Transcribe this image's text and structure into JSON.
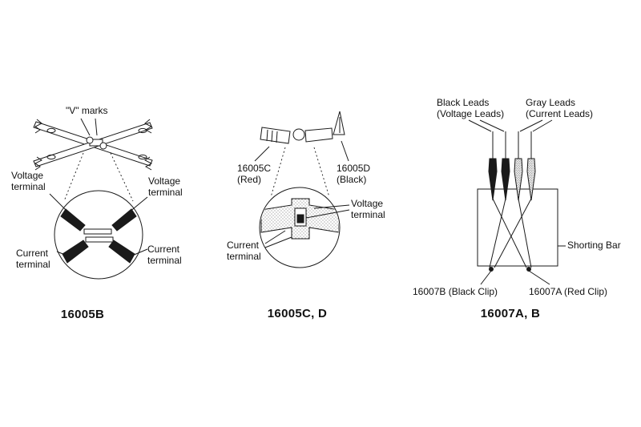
{
  "left": {
    "caption": "16005B",
    "v_marks": "\"V\" marks",
    "voltage_terminal": "Voltage\nterminal",
    "current_terminal": "Current\nterminal"
  },
  "middle": {
    "caption": "16005C, D",
    "model_red": "16005C\n(Red)",
    "model_black": "16005D\n(Black)",
    "voltage_terminal": "Voltage\nterminal",
    "current_terminal": "Current\nterminal"
  },
  "right": {
    "caption": "16007A, B",
    "black_leads": "Black Leads\n(Voltage Leads)",
    "gray_leads": "Gray Leads\n(Current Leads)",
    "shorting_bar": "Shorting Bar",
    "black_clip": "16007B (Black Clip)",
    "red_clip": "16007A (Red Clip)"
  },
  "colors": {
    "ink": "#1a1a1a",
    "background": "#ffffff"
  }
}
